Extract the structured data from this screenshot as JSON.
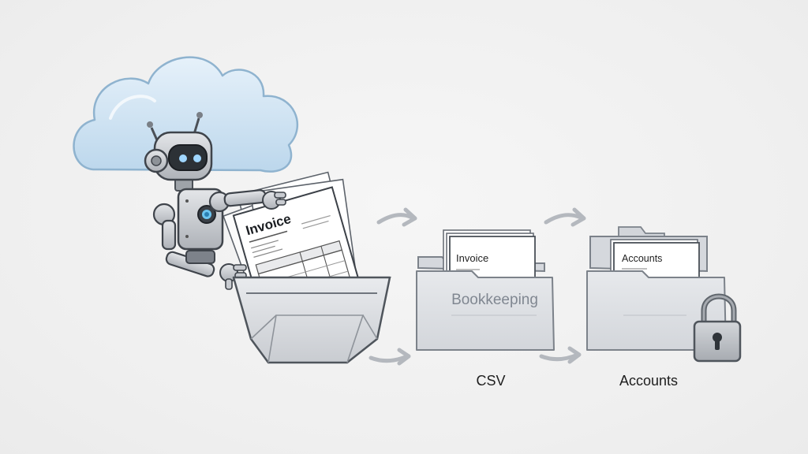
{
  "illustration": {
    "invoice_doc": {
      "title": "Invoice"
    },
    "bookkeeping_folder": {
      "label": "Bookkeeping",
      "doc_title": "Invoice",
      "caption": "CSV"
    },
    "accounts_folder": {
      "doc_title": "Accounts",
      "caption": "Accounts"
    }
  },
  "colors": {
    "background": "#f2f2f2",
    "cloud": "#cfe4f4",
    "folder": "#dde0e5",
    "folder_outline": "#8a9099",
    "robot_metal": "#c9ccd1",
    "robot_visor": "#2c3136",
    "robot_eye": "#9fd6ff",
    "arrow": "#b4b8be"
  },
  "icons": [
    "cloud-icon",
    "robot-icon",
    "inbox-tray-icon",
    "folder-icon",
    "padlock-icon",
    "arrow-icon"
  ]
}
